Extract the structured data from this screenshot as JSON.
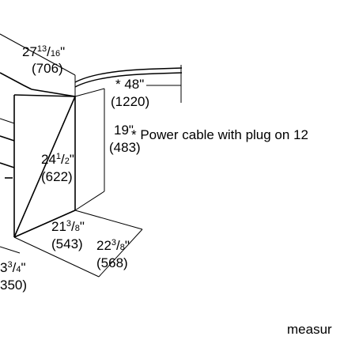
{
  "dimensions": {
    "top_depth": {
      "whole": "27",
      "frac_num": "13",
      "frac_den": "16",
      "mm": "(706)"
    },
    "cable_length": {
      "inches": "* 48\"",
      "mm": "(1220)"
    },
    "height": {
      "inches": "19\"",
      "mm": "(483)"
    },
    "inner_width": {
      "whole": "24",
      "frac_num": "1",
      "frac_den": "2",
      "mm": "(622)"
    },
    "side_depth": {
      "whole": "21",
      "frac_num": "3",
      "frac_den": "8",
      "mm": "(543)"
    },
    "overall_depth": {
      "whole": "22",
      "frac_num": "3",
      "frac_den": "8",
      "mm": "(568)"
    },
    "front_dim": {
      "whole": "3",
      "frac_num": "3",
      "frac_den": "4",
      "mm": "350)"
    }
  },
  "notes": {
    "power_cable": "* Power cable with plug on 12",
    "footer": "measur"
  },
  "colors": {
    "line": "#000000",
    "background": "#ffffff"
  }
}
